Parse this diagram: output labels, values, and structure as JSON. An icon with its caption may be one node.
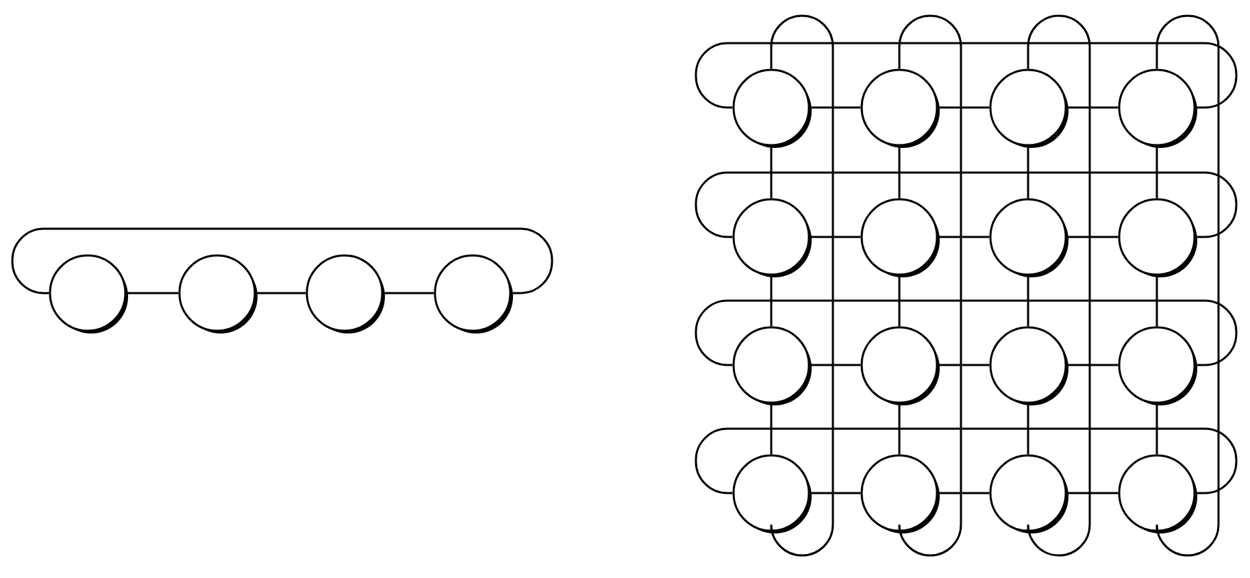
{
  "diagram": {
    "nodes": [
      {
        "text": [],
        "shape": "circle"
      },
      {
        "text": [],
        "shape": "circle"
      },
      {
        "text": [],
        "shape": "circle"
      },
      {
        "text": [],
        "shape": "circle"
      },
      {
        "text": [],
        "shape": "circle"
      },
      {
        "text": [],
        "shape": "circle"
      },
      {
        "text": [],
        "shape": "circle"
      },
      {
        "text": [],
        "shape": "circle"
      },
      {
        "text": [],
        "shape": "circle"
      },
      {
        "text": [],
        "shape": "circle"
      },
      {
        "text": [],
        "shape": "circle"
      },
      {
        "text": [],
        "shape": "circle"
      },
      {
        "text": [],
        "shape": "circle"
      },
      {
        "text": [],
        "shape": "circle"
      },
      {
        "text": [],
        "shape": "circle"
      },
      {
        "text": [],
        "shape": "circle"
      },
      {
        "text": [],
        "shape": "circle"
      },
      {
        "text": [],
        "shape": "circle"
      },
      {
        "text": [],
        "shape": "circle"
      },
      {
        "text": [],
        "shape": "circle"
      }
    ],
    "edges": [
      {
        "from": 0,
        "to": 1,
        "arrow": "none"
      },
      {
        "from": 1,
        "to": 2,
        "arrow": "none"
      },
      {
        "from": 2,
        "to": 3,
        "arrow": "none"
      },
      {
        "from": 3,
        "to": 0,
        "arrow": "none"
      },
      {
        "from": 4,
        "to": 5,
        "arrow": "none"
      },
      {
        "from": 5,
        "to": 6,
        "arrow": "none"
      },
      {
        "from": 6,
        "to": 7,
        "arrow": "none"
      },
      {
        "from": 7,
        "to": 4,
        "arrow": "none"
      },
      {
        "from": 8,
        "to": 9,
        "arrow": "none"
      },
      {
        "from": 9,
        "to": 10,
        "arrow": "none"
      },
      {
        "from": 10,
        "to": 11,
        "arrow": "none"
      },
      {
        "from": 11,
        "to": 8,
        "arrow": "none"
      },
      {
        "from": 12,
        "to": 13,
        "arrow": "none"
      },
      {
        "from": 13,
        "to": 14,
        "arrow": "none"
      },
      {
        "from": 14,
        "to": 15,
        "arrow": "none"
      },
      {
        "from": 15,
        "to": 12,
        "arrow": "none"
      },
      {
        "from": 16,
        "to": 17,
        "arrow": "none"
      },
      {
        "from": 17,
        "to": 18,
        "arrow": "none"
      },
      {
        "from": 18,
        "to": 19,
        "arrow": "none"
      },
      {
        "from": 19,
        "to": 16,
        "arrow": "none"
      },
      {
        "from": 4,
        "to": 8,
        "arrow": "none"
      },
      {
        "from": 8,
        "to": 12,
        "arrow": "none"
      },
      {
        "from": 12,
        "to": 16,
        "arrow": "none"
      },
      {
        "from": 16,
        "to": 4,
        "arrow": "none"
      },
      {
        "from": 5,
        "to": 9,
        "arrow": "none"
      },
      {
        "from": 9,
        "to": 13,
        "arrow": "none"
      },
      {
        "from": 13,
        "to": 17,
        "arrow": "none"
      },
      {
        "from": 17,
        "to": 5,
        "arrow": "none"
      },
      {
        "from": 6,
        "to": 10,
        "arrow": "none"
      },
      {
        "from": 10,
        "to": 14,
        "arrow": "none"
      },
      {
        "from": 14,
        "to": 18,
        "arrow": "none"
      },
      {
        "from": 18,
        "to": 6,
        "arrow": "none"
      },
      {
        "from": 7,
        "to": 11,
        "arrow": "none"
      },
      {
        "from": 11,
        "to": 15,
        "arrow": "none"
      },
      {
        "from": 15,
        "to": 19,
        "arrow": "none"
      },
      {
        "from": 19,
        "to": 7,
        "arrow": "none"
      }
    ]
  }
}
